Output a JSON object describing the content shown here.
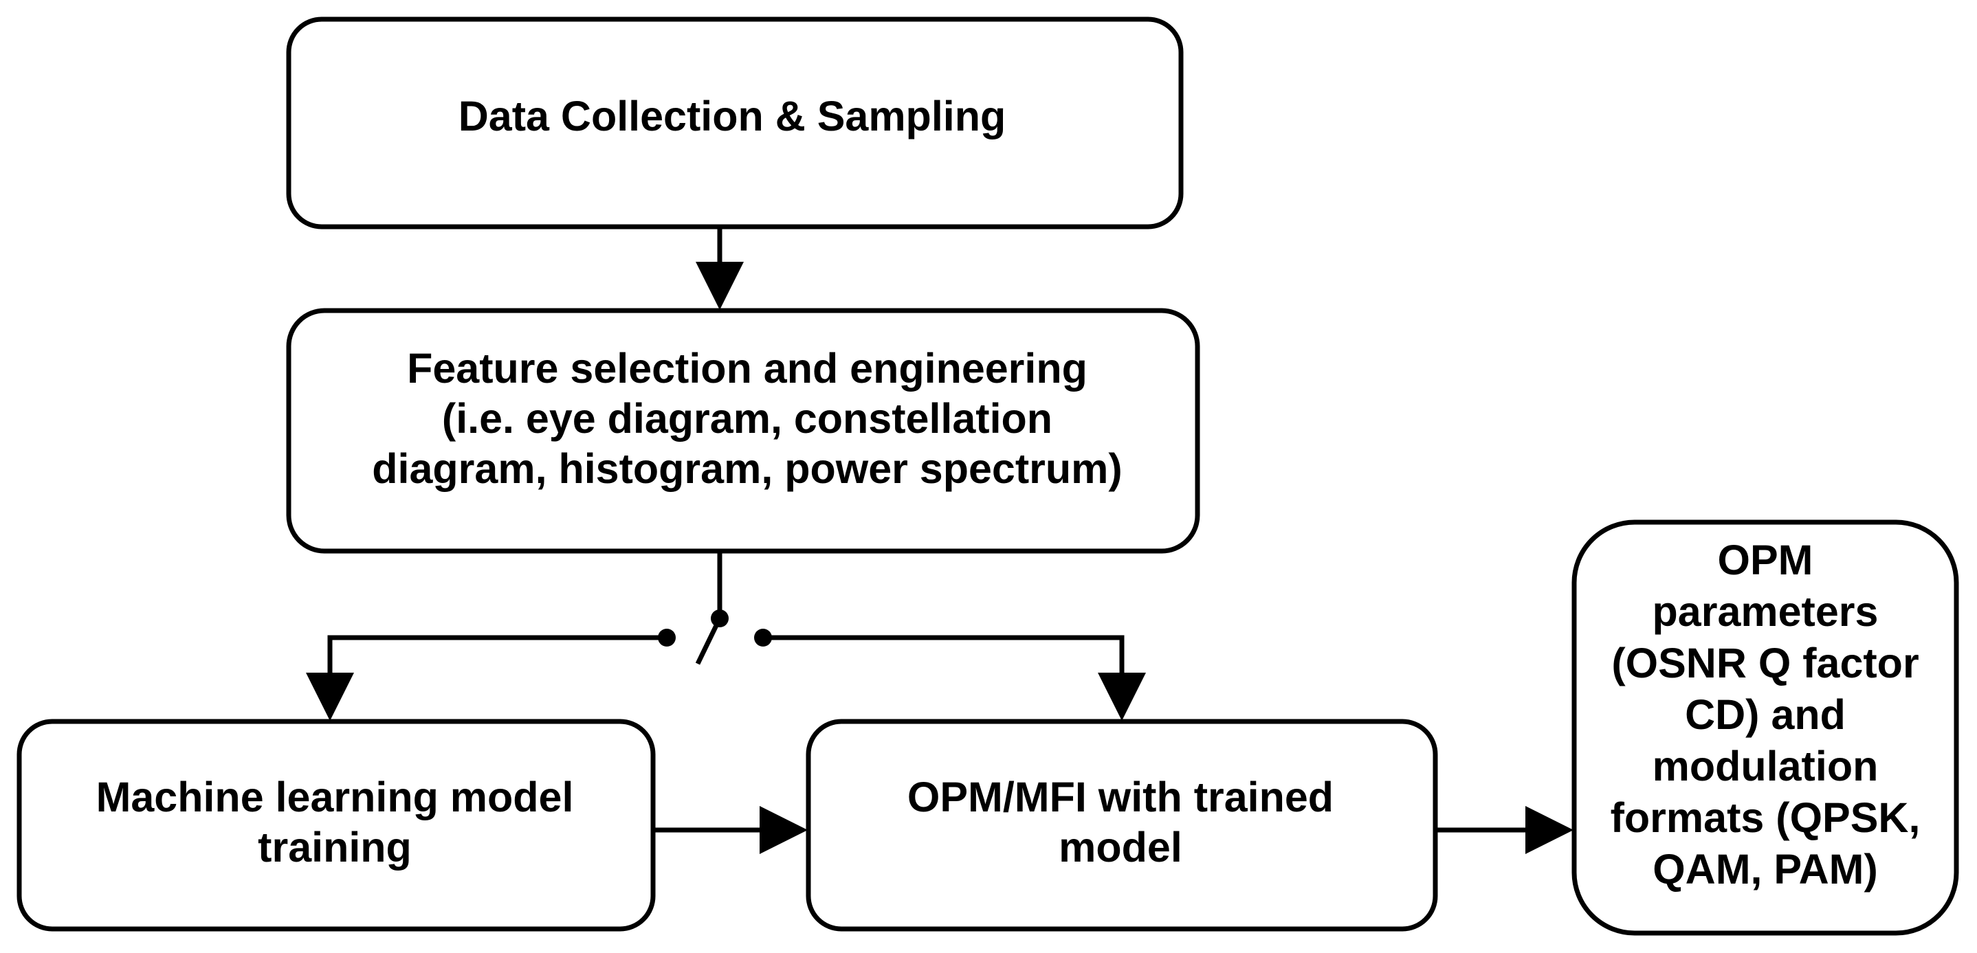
{
  "nodes": {
    "data_collection": {
      "lines": [
        "Data  Collection & Sampling"
      ]
    },
    "feature_selection": {
      "lines": [
        "Feature selection and engineering",
        "(i.e. eye diagram, constellation",
        "diagram, histogram, power spectrum)"
      ]
    },
    "ml_training": {
      "lines": [
        "Machine learning model",
        "training"
      ]
    },
    "opm_mfi": {
      "lines": [
        "OPM/MFI with trained",
        "model"
      ]
    },
    "opm_parameters": {
      "lines": [
        "OPM",
        "parameters",
        "(OSNR Q factor",
        "CD)  and",
        "modulation",
        "formats (QPSK,",
        "QAM, PAM)"
      ]
    }
  },
  "colors": {
    "stroke": "#000000",
    "fill": "#ffffff"
  }
}
